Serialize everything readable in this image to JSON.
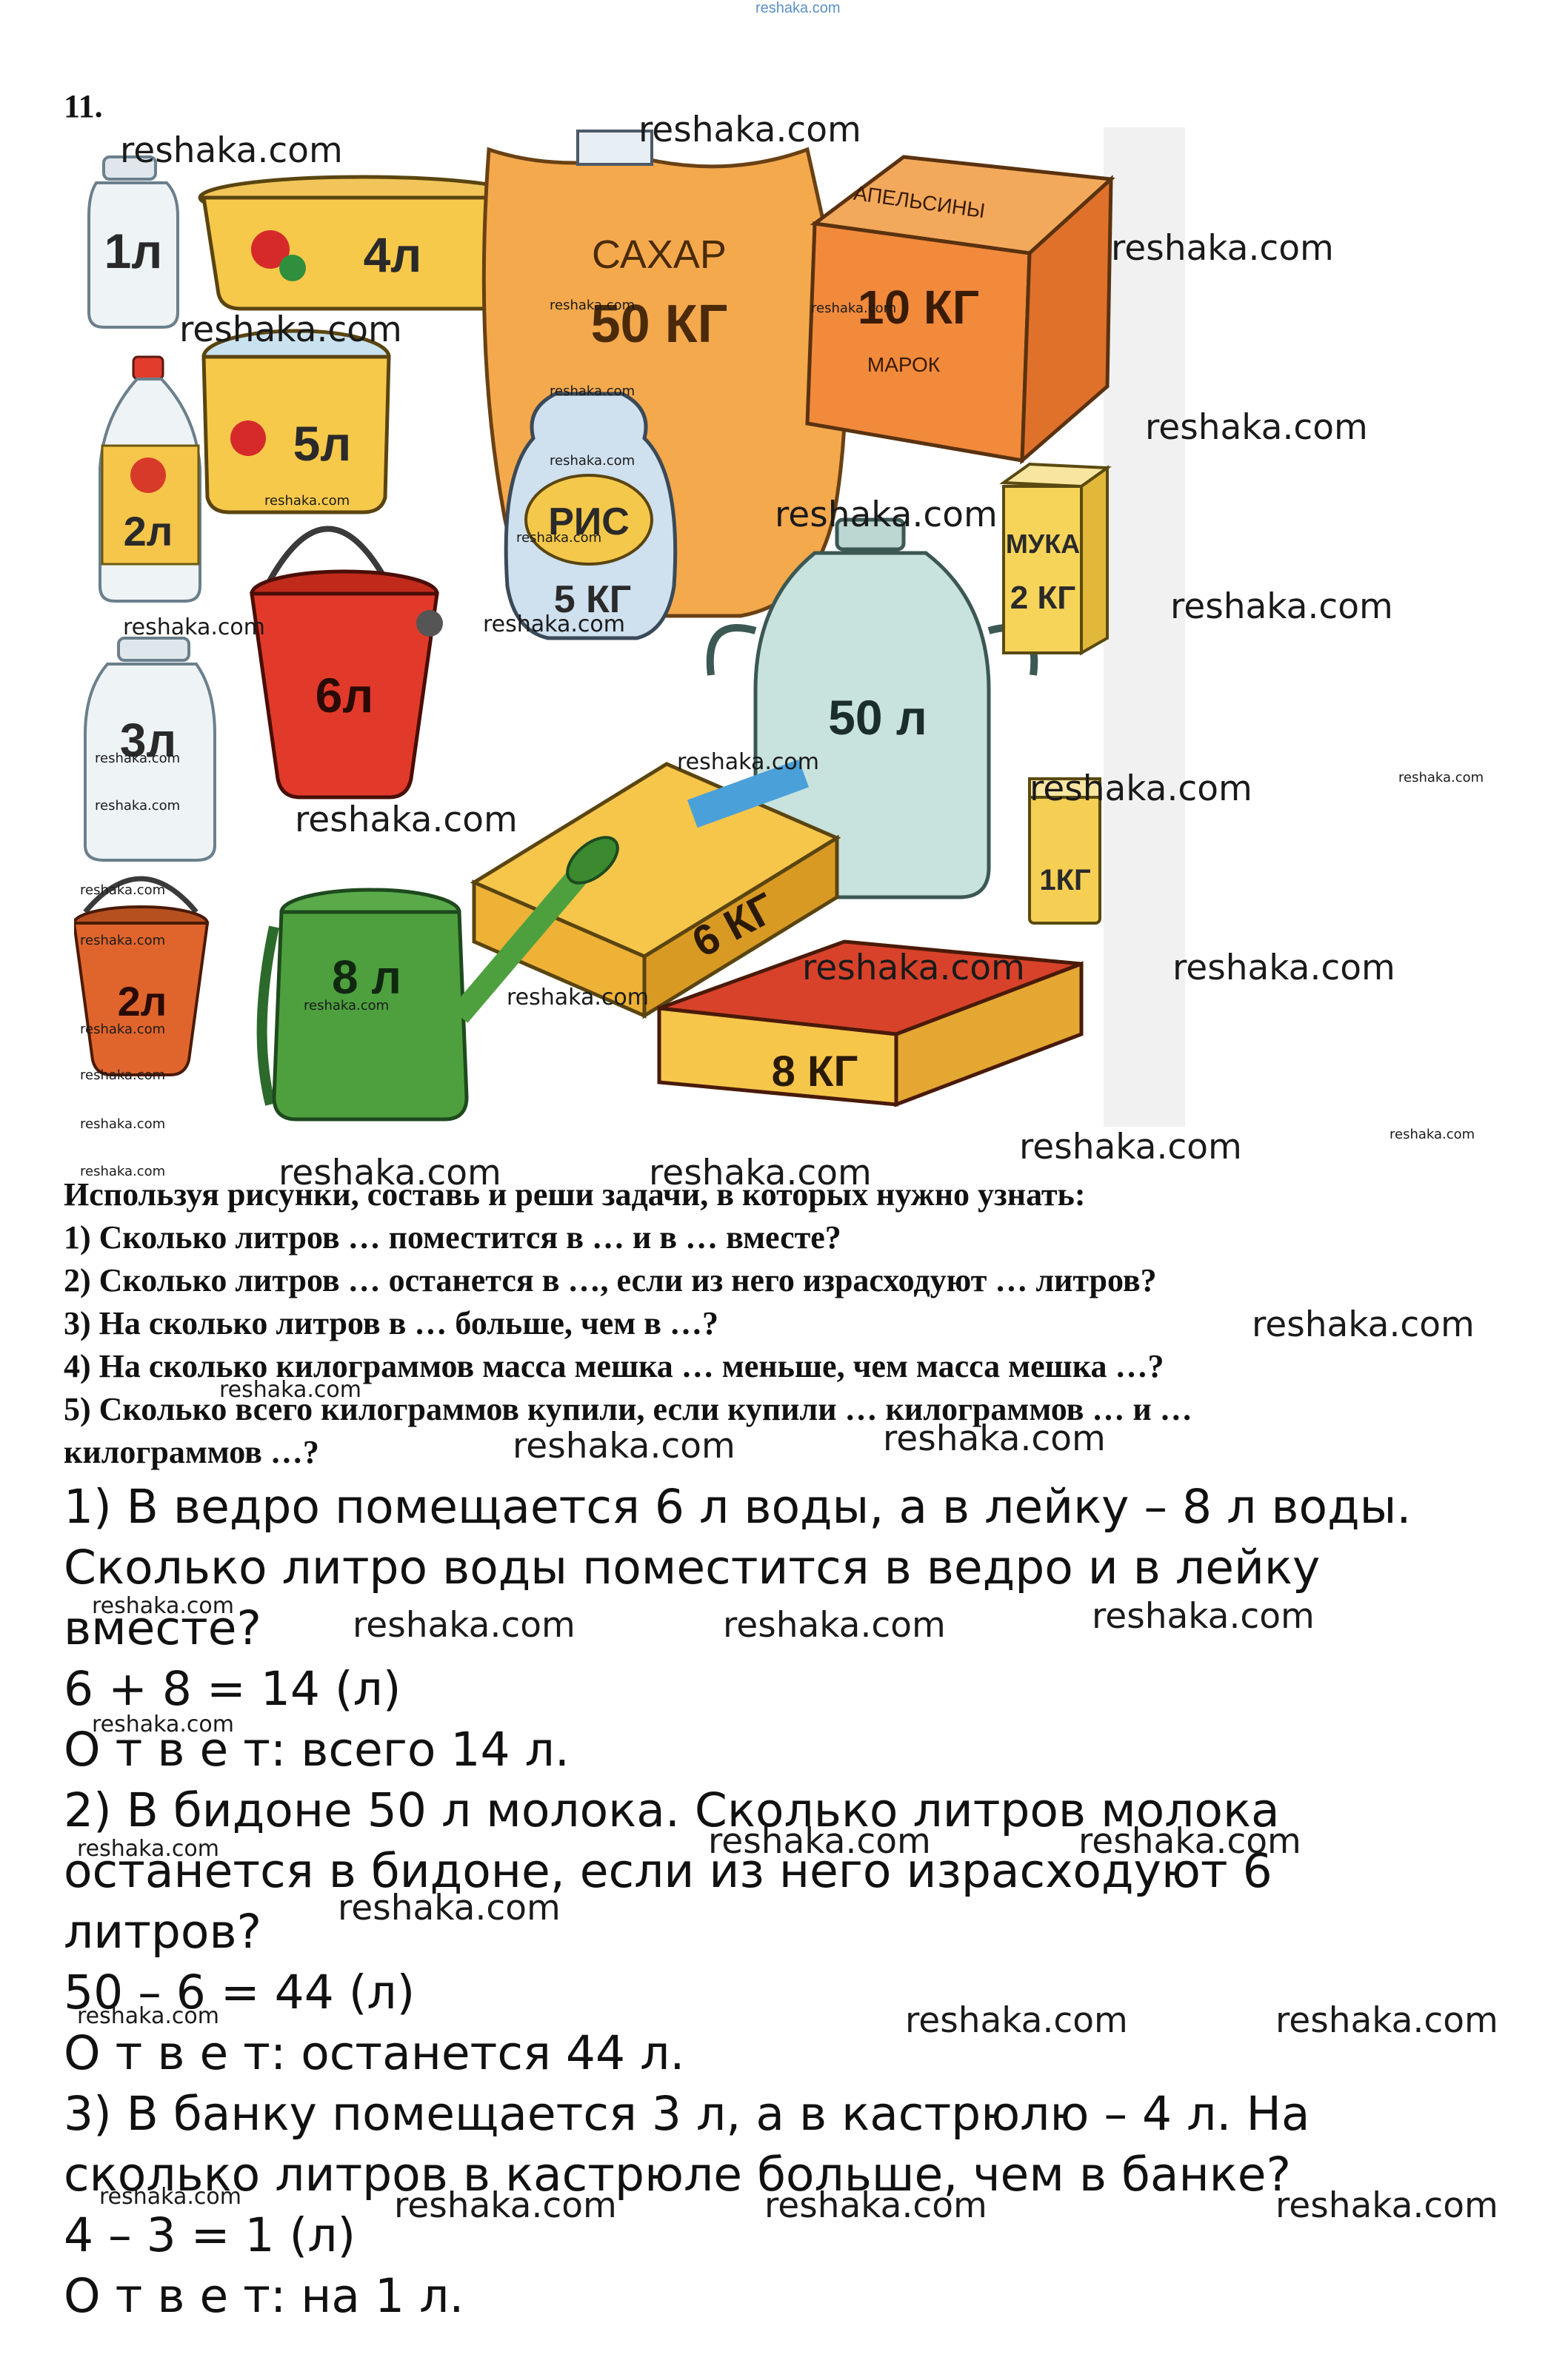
{
  "top_watermark": "reshaka.com",
  "exercise_number": "11.",
  "illustration": {
    "items": [
      {
        "icon": "jar-icon",
        "label": "1л"
      },
      {
        "icon": "pot-icon",
        "label": "4л"
      },
      {
        "icon": "sack-icon",
        "label": "САХАР",
        "label2": "50 КГ"
      },
      {
        "icon": "box-icon",
        "label": "АПЕЛЬСИНЫ",
        "label2": "10 КГ",
        "label3": "МАРОК"
      },
      {
        "icon": "pot-icon",
        "label": "5л"
      },
      {
        "icon": "bottle-icon",
        "label": "2л"
      },
      {
        "icon": "bag-icon",
        "label": "РИС",
        "label2": "5 КГ"
      },
      {
        "icon": "bucket-icon",
        "label": "6л"
      },
      {
        "icon": "jar-icon",
        "label": "3л"
      },
      {
        "icon": "milk-can-icon",
        "label": "50 л"
      },
      {
        "icon": "flour-pack-icon",
        "label": "МУКА",
        "label2": "2 КГ"
      },
      {
        "icon": "box-icon",
        "label": "6 КГ"
      },
      {
        "icon": "pack-icon",
        "label": "1КГ"
      },
      {
        "icon": "bucket-icon",
        "label": "2л"
      },
      {
        "icon": "watering-can-icon",
        "label": "8 л"
      },
      {
        "icon": "crate-icon",
        "label": "8 КГ"
      }
    ]
  },
  "task": {
    "intro": "Используя рисунки, составь и реши задачи, в которых нужно узнать:",
    "lines": [
      "1) Сколько литров … поместится в … и в … вместе?",
      "2) Сколько литров … останется в  …, если из него израсходуют … литров?",
      "3) На сколько литров в … больше, чем в …?",
      "4) На сколько килограммов масса мешка … меньше, чем масса мешка …?",
      "5) Сколько всего килограммов купили, если купили … килограммов … и …",
      "килограммов …?"
    ]
  },
  "solution": {
    "lines": [
      "1) В ведро помещается 6 л воды, а в лейку – 8 л воды.",
      "Сколько литро воды поместится в ведро и в лейку",
      "вместе?",
      "6 + 8 = 14 (л)",
      "О т в е т: всего 14 л.",
      "2) В бидоне 50 л молока. Сколько литров молока",
      "останется в бидоне, если из него израсходуют 6",
      "литров?",
      "50 – 6 = 44 (л)",
      "О т в е т: останется 44 л.",
      "3) В банку помещается 3 л, а в кастрюлю – 4 л. На",
      "сколько литров в кастрюле больше, чем в банке?",
      "4 – 3 = 1 (л)",
      "О т в е т: на 1 л."
    ]
  },
  "watermark": "reshaka.com"
}
